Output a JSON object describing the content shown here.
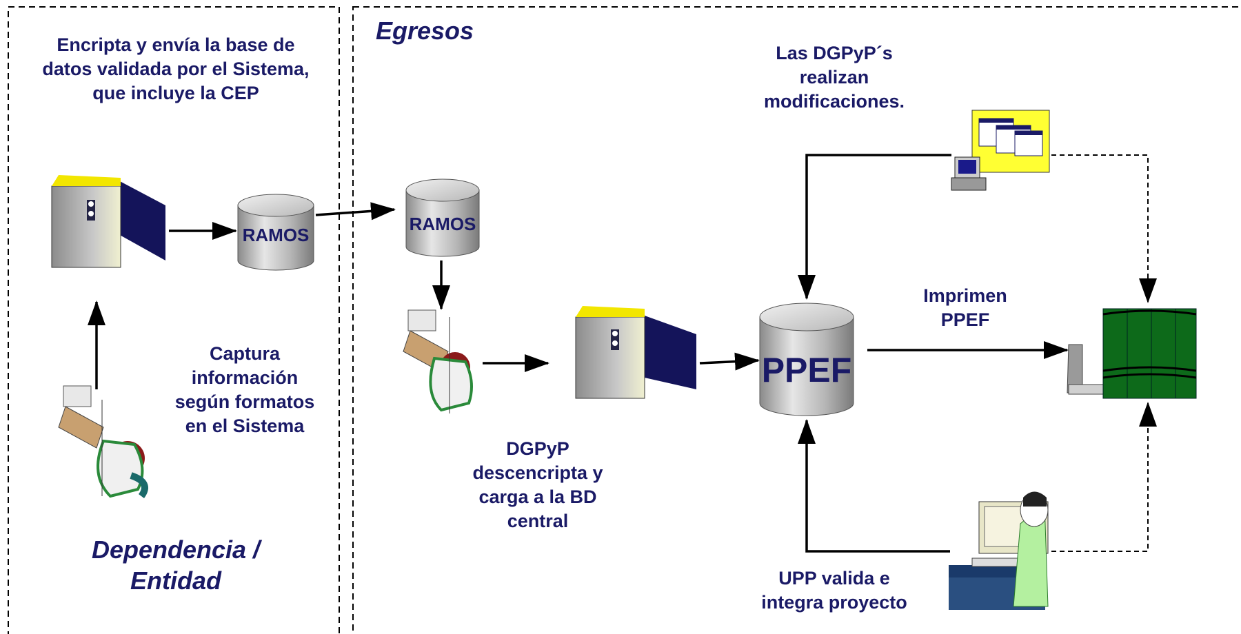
{
  "sections": {
    "dependencia_title": "Dependencia / Entidad",
    "egresos_title": "Egresos"
  },
  "labels": {
    "encripta": "Encripta y envía la base de datos validada por el Sistema,  que incluye la CEP",
    "captura": "Captura información según formatos en el Sistema",
    "dgpyp_modifica": "Las DGPyP´s realizan modificaciones.",
    "dgpyp_descencripta": "DGPyP descencripta y carga a la BD central",
    "imprimen": "Imprimen PPEF",
    "upp": "UPP valida e integra proyecto"
  },
  "databases": {
    "ramos_left": "RAMOS",
    "ramos_right": "RAMOS",
    "ppef": "PPEF"
  },
  "colors": {
    "text": "#1a1a66",
    "server_top": "#f2e600",
    "server_shadow": "#14145a",
    "cylinder": "#a8a8a8",
    "books": "#0d6a1a",
    "screen": "#ffff33"
  }
}
